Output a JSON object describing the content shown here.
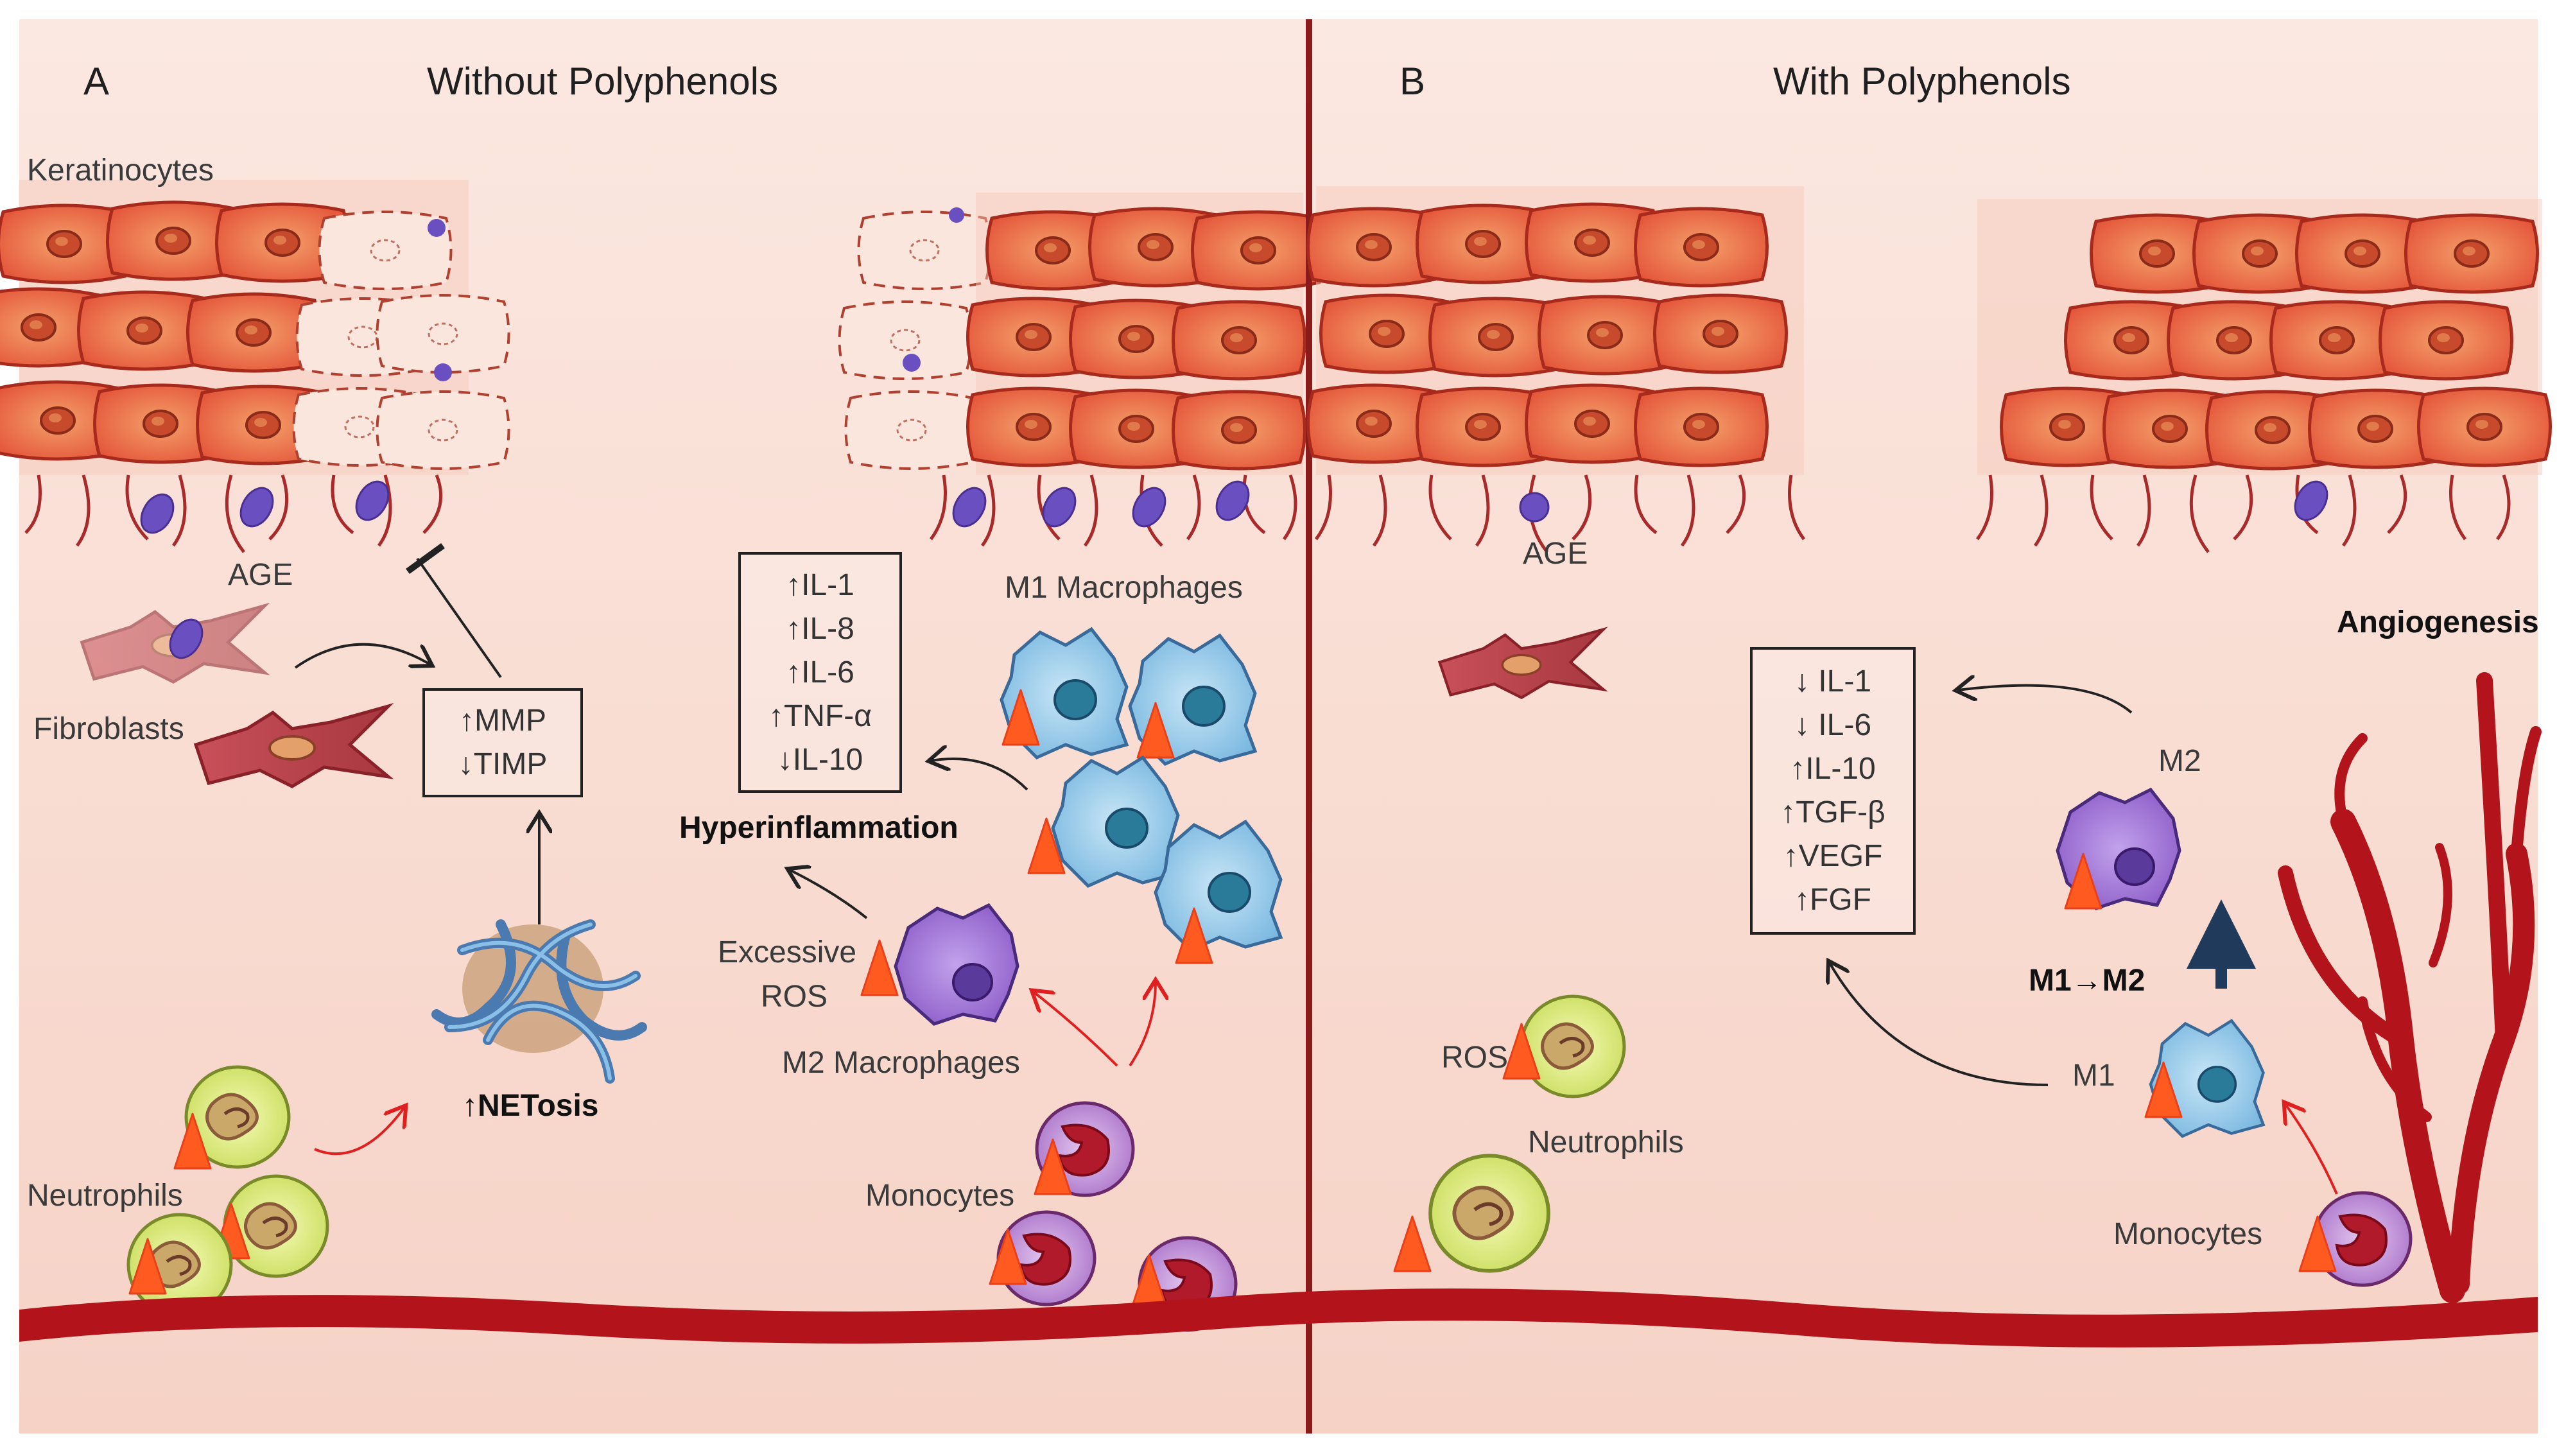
{
  "panel_a": {
    "letter": "A",
    "title": "Without Polyphenols",
    "labels": {
      "keratinocytes": "Keratinocytes",
      "age": "AGE",
      "fibroblasts": "Fibroblasts",
      "netosis": "↑NETosis",
      "neutrophils": "Neutrophils",
      "monocytes": "Monocytes",
      "m2_macrophages": "M2 Macrophages",
      "m1_macrophages": "M1 Macrophages",
      "excessive_ros": [
        "Excessive",
        "ROS"
      ],
      "hyperinflammation": "Hyperinflammation"
    },
    "mmp_box": [
      "↑MMP",
      "↓TIMP"
    ],
    "cytokine_box": [
      "↑IL-1",
      "↑IL-8",
      "↑IL-6",
      "↑TNF-α",
      "↓IL-10"
    ]
  },
  "panel_b": {
    "letter": "B",
    "title": "With Polyphenols",
    "labels": {
      "age": "AGE",
      "angiogenesis": "Angiogenesis",
      "m2": "M2",
      "m1_to_m2": "M1→M2",
      "m1": "M1",
      "ros": "ROS",
      "neutrophils": "Neutrophils",
      "monocytes": "Monocytes"
    },
    "cytokine_box": [
      "↓ IL-1",
      "↓ IL-6",
      "↑IL-10",
      "↑TGF-β",
      "↑VEGF",
      "↑FGF"
    ]
  },
  "colors": {
    "divider": "#8b1a1a",
    "vessel": "#b3141b",
    "keratinocyte": "#e8603c",
    "age_dot": "#6a4fc0",
    "macrophage_m1": "#8fc8e8",
    "macrophage_m2": "#9a6fd0",
    "neutrophil": "#d8e86a",
    "ros_triangle": "#ff5a1f",
    "pathway_arrow": "#e02020"
  }
}
